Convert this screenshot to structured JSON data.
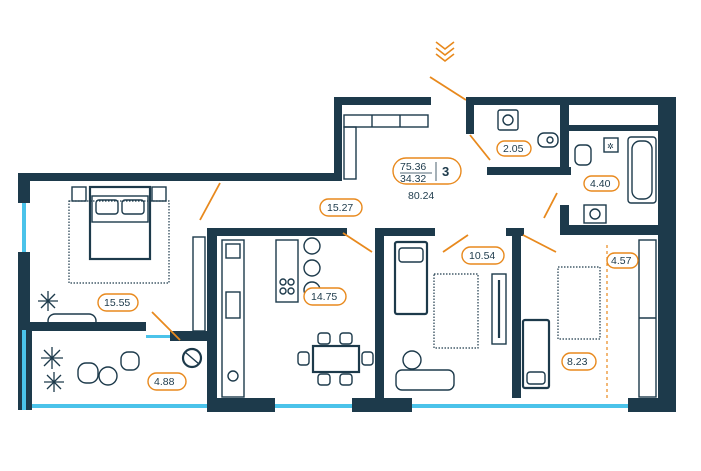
{
  "summary": {
    "area_total_living": "75.36",
    "area_living": "34.32",
    "room_count": "3",
    "area_total": "80.24"
  },
  "rooms": [
    {
      "id": "bathroom-small",
      "area": "2.05"
    },
    {
      "id": "bathroom",
      "area": "4.40"
    },
    {
      "id": "hall",
      "area": "15.27"
    },
    {
      "id": "corridor",
      "area": "10.54"
    },
    {
      "id": "wardrobe",
      "area": "4.57"
    },
    {
      "id": "bedroom",
      "area": "15.55"
    },
    {
      "id": "kitchen",
      "area": "14.75"
    },
    {
      "id": "bedroom-2",
      "area": "8.23"
    },
    {
      "id": "balcony",
      "area": "4.88"
    }
  ],
  "colors": {
    "wall": "#1d3a4b",
    "accent": "#e8891d",
    "window": "#4bc3ea"
  },
  "icons": {
    "entrance": "double-chevron-down-icon"
  }
}
